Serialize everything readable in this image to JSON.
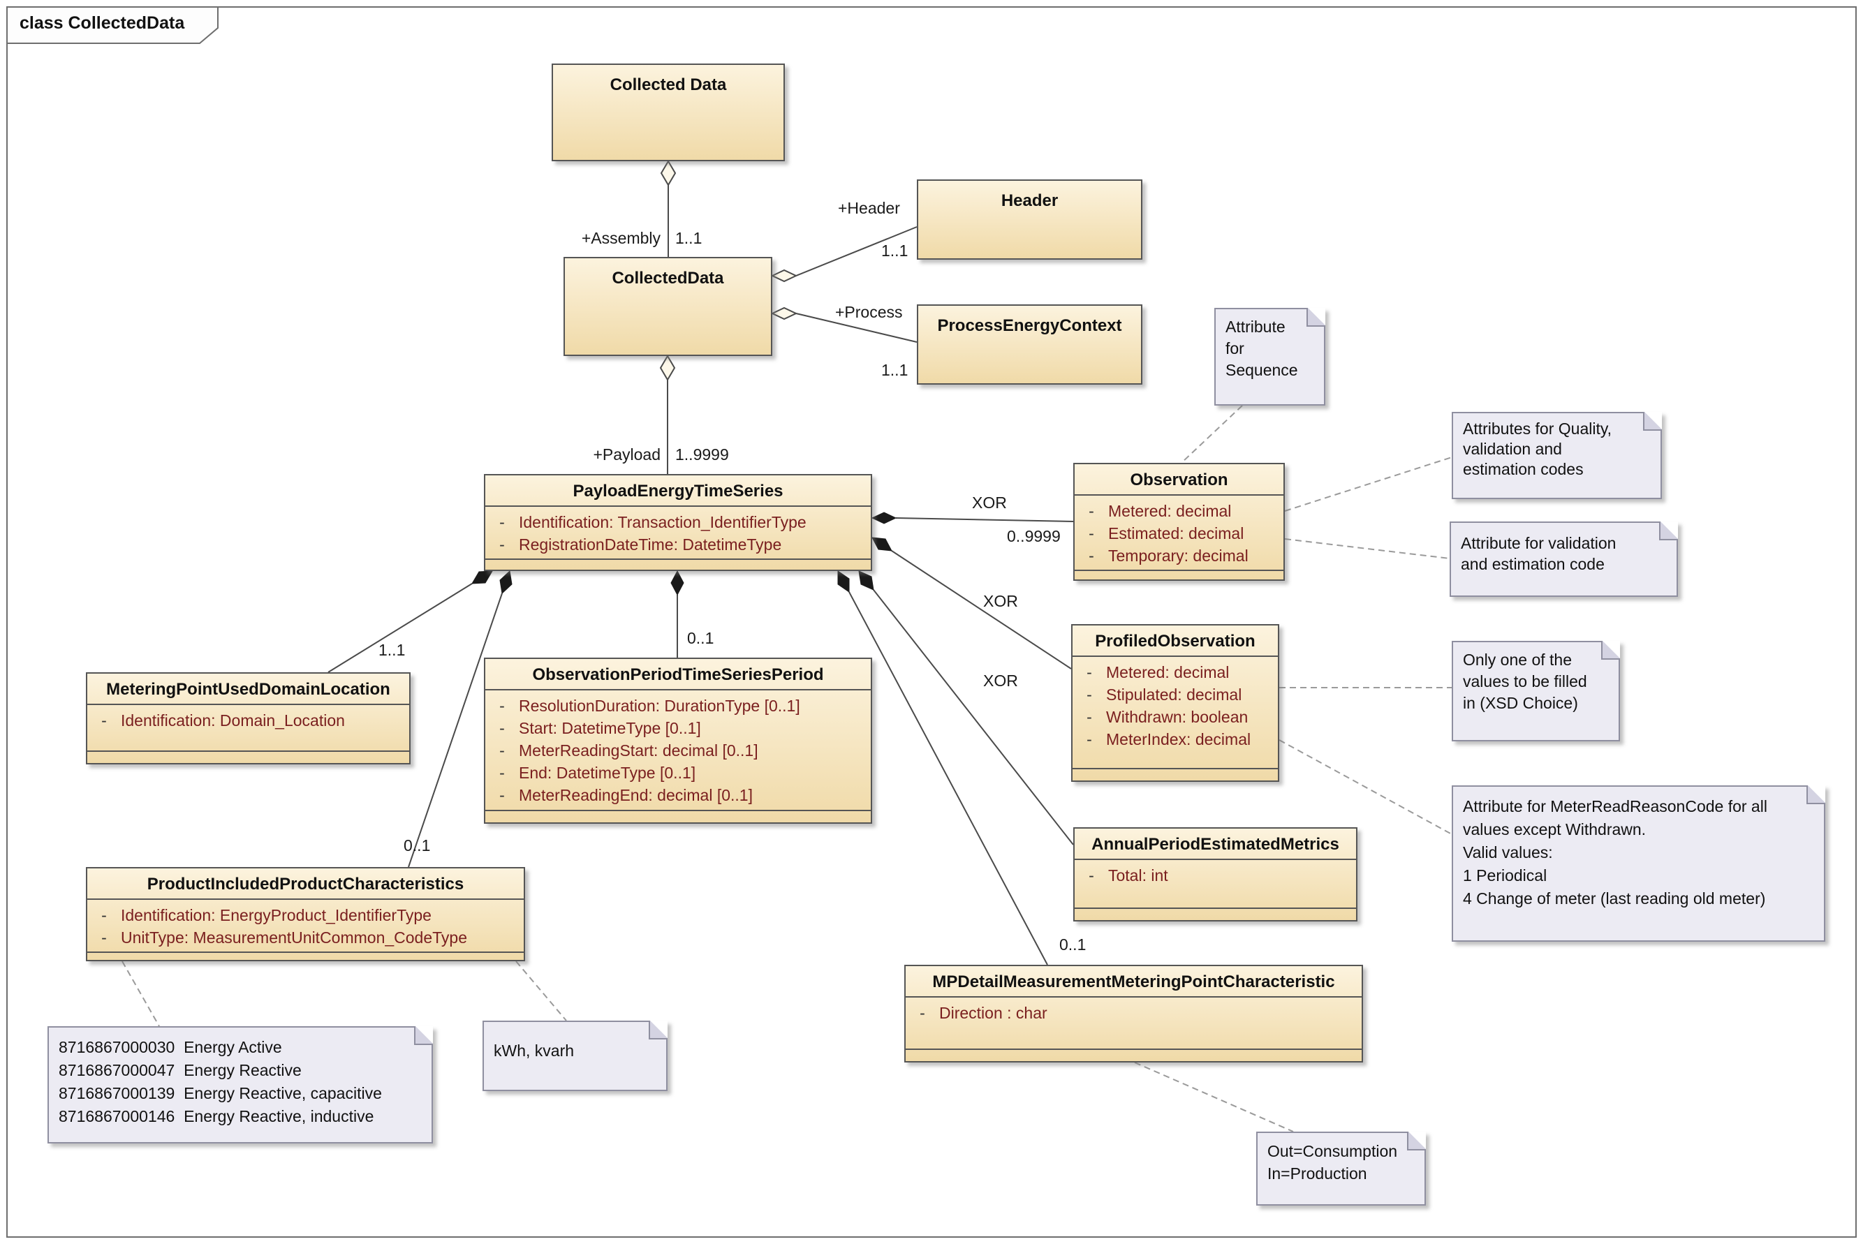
{
  "frame": {
    "title": "class CollectedData"
  },
  "colors": {
    "class_fill_top": "#FCF3DE",
    "class_fill_bottom": "#F0DAA8",
    "class_border": "#555555",
    "attribute_text": "#7a1f1f",
    "note_fill": "#ECEBF3",
    "note_border": "#8f8fa0",
    "association_line": "#4a4a4a",
    "note_link_line": "#9a9a9a"
  },
  "classes": {
    "collected_data": {
      "title": "Collected Data"
    },
    "collecteddata": {
      "title": "CollectedData"
    },
    "header": {
      "title": "Header"
    },
    "process_energy_context": {
      "title": "ProcessEnergyContext"
    },
    "payload_energy_time_series": {
      "title": "PayloadEnergyTimeSeries",
      "attrs": [
        {
          "vis": "-",
          "text": "Identification: Transaction_IdentifierType"
        },
        {
          "vis": "-",
          "text": "RegistrationDateTime: DatetimeType"
        }
      ]
    },
    "observation": {
      "title": "Observation",
      "attrs": [
        {
          "vis": "-",
          "text": "Metered: decimal"
        },
        {
          "vis": "-",
          "text": "Estimated: decimal"
        },
        {
          "vis": "-",
          "text": "Temporary: decimal"
        }
      ]
    },
    "profiled_observation": {
      "title": "ProfiledObservation",
      "attrs": [
        {
          "vis": "-",
          "text": "Metered: decimal"
        },
        {
          "vis": "-",
          "text": "Stipulated: decimal"
        },
        {
          "vis": "-",
          "text": "Withdrawn: boolean"
        },
        {
          "vis": "-",
          "text": "MeterIndex: decimal"
        }
      ]
    },
    "annual_period_estimated_metrics": {
      "title": "AnnualPeriodEstimatedMetrics",
      "attrs": [
        {
          "vis": "-",
          "text": "Total: int"
        }
      ]
    },
    "metering_point_used_domain_location": {
      "title": "MeteringPointUsedDomainLocation",
      "attrs": [
        {
          "vis": "-",
          "text": "Identification: Domain_Location"
        }
      ]
    },
    "observation_period_time_series_period": {
      "title": "ObservationPeriodTimeSeriesPeriod",
      "attrs": [
        {
          "vis": "-",
          "text": "ResolutionDuration: DurationType [0..1]"
        },
        {
          "vis": "-",
          "text": "Start: DatetimeType [0..1]"
        },
        {
          "vis": "-",
          "text": "MeterReadingStart: decimal [0..1]"
        },
        {
          "vis": "-",
          "text": "End: DatetimeType [0..1]"
        },
        {
          "vis": "-",
          "text": "MeterReadingEnd: decimal [0..1]"
        }
      ]
    },
    "product_included_product_characteristics": {
      "title": "ProductIncludedProductCharacteristics",
      "attrs": [
        {
          "vis": "-",
          "text": "Identification: EnergyProduct_IdentifierType"
        },
        {
          "vis": "-",
          "text": "UnitType: MeasurementUnitCommon_CodeType"
        }
      ]
    },
    "mp_detail": {
      "title": "MPDetailMeasurementMeteringPointCharacteristic",
      "attrs": [
        {
          "vis": "-",
          "text": "Direction : char"
        }
      ]
    }
  },
  "notes": {
    "sequence": {
      "text": "Attribute\nfor\nSequence"
    },
    "quality": {
      "text": "Attributes for Quality,\nvalidation and\nestimation codes"
    },
    "validation": {
      "text": "Attribute for validation\nand estimation code"
    },
    "xsd_choice": {
      "text": "Only one of the\nvalues to be filled\nin (XSD Choice)"
    },
    "meter_read_reason": {
      "text": "Attribute for MeterReadReasonCode for all\nvalues except Withdrawn.\nValid values:\n1 Periodical\n4 Change of meter (last reading old meter)"
    },
    "product_codes": {
      "text": "8716867000030  Energy Active\n8716867000047  Energy Reactive\n8716867000139  Energy Reactive, capacitive\n8716867000146  Energy Reactive, inductive"
    },
    "units": {
      "text": "kWh, kvarh"
    },
    "direction": {
      "text": "Out=Consumption\nIn=Production"
    }
  },
  "edges": {
    "assembly": {
      "role": "+Assembly",
      "mult": "1..1"
    },
    "header": {
      "role": "+Header",
      "mult": "1..1"
    },
    "process": {
      "role": "+Process",
      "mult": "1..1"
    },
    "payload": {
      "role": "+Payload",
      "mult": "1..9999"
    },
    "observation": {
      "label": "XOR",
      "mult": "0..9999"
    },
    "profiled": {
      "label": "XOR"
    },
    "annual": {
      "label": "XOR"
    },
    "mp_detail": {
      "mult": "0..1"
    },
    "metering": {
      "mult": "1..1"
    },
    "period": {
      "mult": "0..1"
    },
    "product": {
      "mult": "0..1"
    }
  }
}
